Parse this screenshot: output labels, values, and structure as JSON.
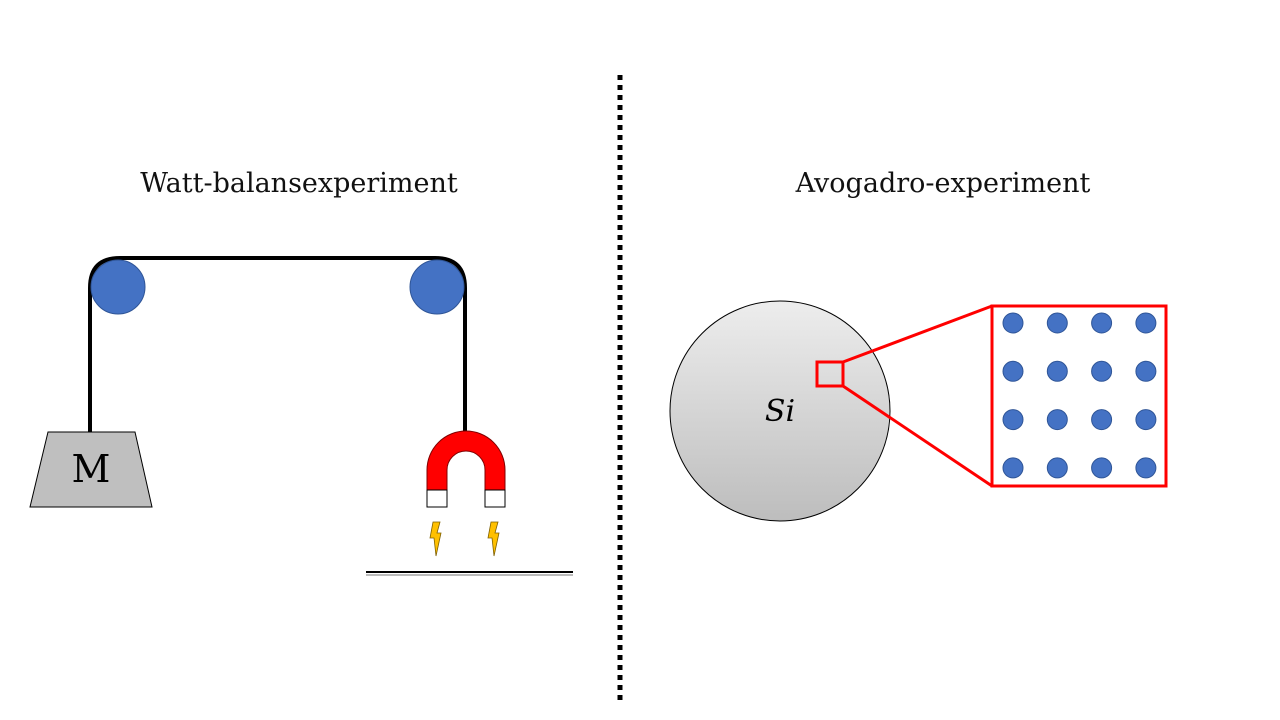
{
  "watt_balance": {
    "title": "Watt-balansexperiment",
    "mass_label": "M",
    "colors": {
      "pulley": "#4472C4",
      "magnet": "#FF0000",
      "mass": "#BFBFBF",
      "spark": "#FFC000"
    }
  },
  "avogadro": {
    "title": "Avogadro-experiment",
    "sphere_label": "Si",
    "lattice_rows": 4,
    "lattice_cols": 4,
    "colors": {
      "atom": "#4472C4",
      "zoom_frame": "#FF0000",
      "sphere_top": "#EDEDED",
      "sphere_bottom": "#BDBDBD"
    }
  }
}
